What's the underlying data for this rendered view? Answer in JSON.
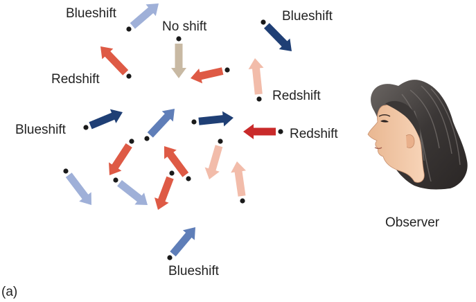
{
  "labels": {
    "blueshift_top_left": "Blueshift",
    "no_shift": "No shift",
    "blueshift_top_right": "Blueshift",
    "redshift_left": "Redshift",
    "redshift_right_upper": "Redshift",
    "blueshift_mid_left": "Blueshift",
    "redshift_mid_right": "Redshift",
    "blueshift_bottom": "Blueshift",
    "observer": "Observer",
    "panel": "(a)"
  },
  "colors": {
    "blueshift_strong": "#1f3f75",
    "blueshift_medium": "#5f7eb8",
    "blueshift_light": "#9fb0d8",
    "redshift_strong": "#c92a2a",
    "redshift_medium": "#de5a45",
    "redshift_light": "#f2bcaa",
    "no_shift": "#c8b9a3",
    "dot": "#1a1a1a",
    "hair": "#3a3636",
    "skin": "#f0c7a7"
  }
}
